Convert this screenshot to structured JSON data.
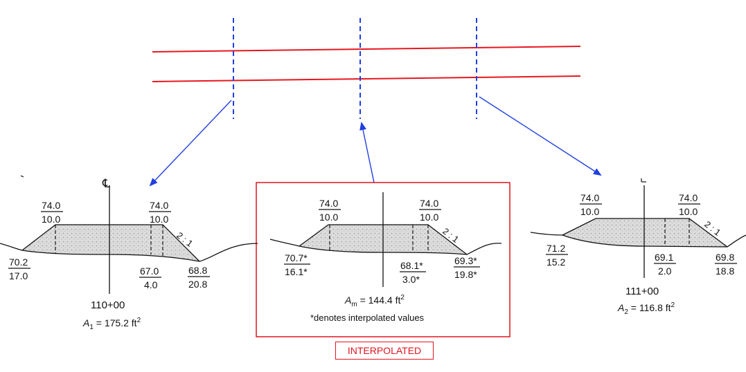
{
  "colors": {
    "route_line": "#e8161e",
    "station_line": "#1f3fe0",
    "arrow": "#1f3fe0",
    "frame": "#e0141e",
    "fill": "#d8d8d8"
  },
  "centerline_symbol": "℄",
  "left": {
    "top_left": {
      "num": "74.0",
      "den": "10.0"
    },
    "top_right": {
      "num": "74.0",
      "den": "10.0"
    },
    "slope": "2 : 1",
    "bot_left": {
      "num": "70.2",
      "den": "17.0"
    },
    "bot_mid": {
      "num": "67.0",
      "den": "4.0"
    },
    "bot_right": {
      "num": "68.8",
      "den": "20.8"
    },
    "station": "110+00",
    "area_sym": "A",
    "area_sub": "1",
    "area_val": " = 175.2 ft",
    "area_exp": "2"
  },
  "middle": {
    "top_left": {
      "num": "74.0",
      "den": "10.0"
    },
    "top_right": {
      "num": "74.0",
      "den": "10.0"
    },
    "slope": "2 : 1",
    "bot_left": {
      "num": "70.7*",
      "den": "16.1*"
    },
    "bot_mid": {
      "num": "68.1*",
      "den": "3.0*"
    },
    "bot_right": {
      "num": "69.3*",
      "den": "19.8*"
    },
    "area_sym": "A",
    "area_sub": "m",
    "area_val": " = 144.4 ft",
    "area_exp": "2",
    "note": "*denotes interpolated values",
    "badge": "INTERPOLATED"
  },
  "right": {
    "top_left": {
      "num": "74.0",
      "den": "10.0"
    },
    "top_right": {
      "num": "74.0",
      "den": "10.0"
    },
    "slope": "2 : 1",
    "bot_left": {
      "num": "71.2",
      "den": "15.2"
    },
    "bot_mid": {
      "num": "69.1",
      "den": "2.0"
    },
    "bot_right": {
      "num": "69.8",
      "den": "18.8"
    },
    "station": "111+00",
    "area_sym": "A",
    "area_sub": "2",
    "area_val": " = 116.8 ft",
    "area_exp": "2"
  }
}
